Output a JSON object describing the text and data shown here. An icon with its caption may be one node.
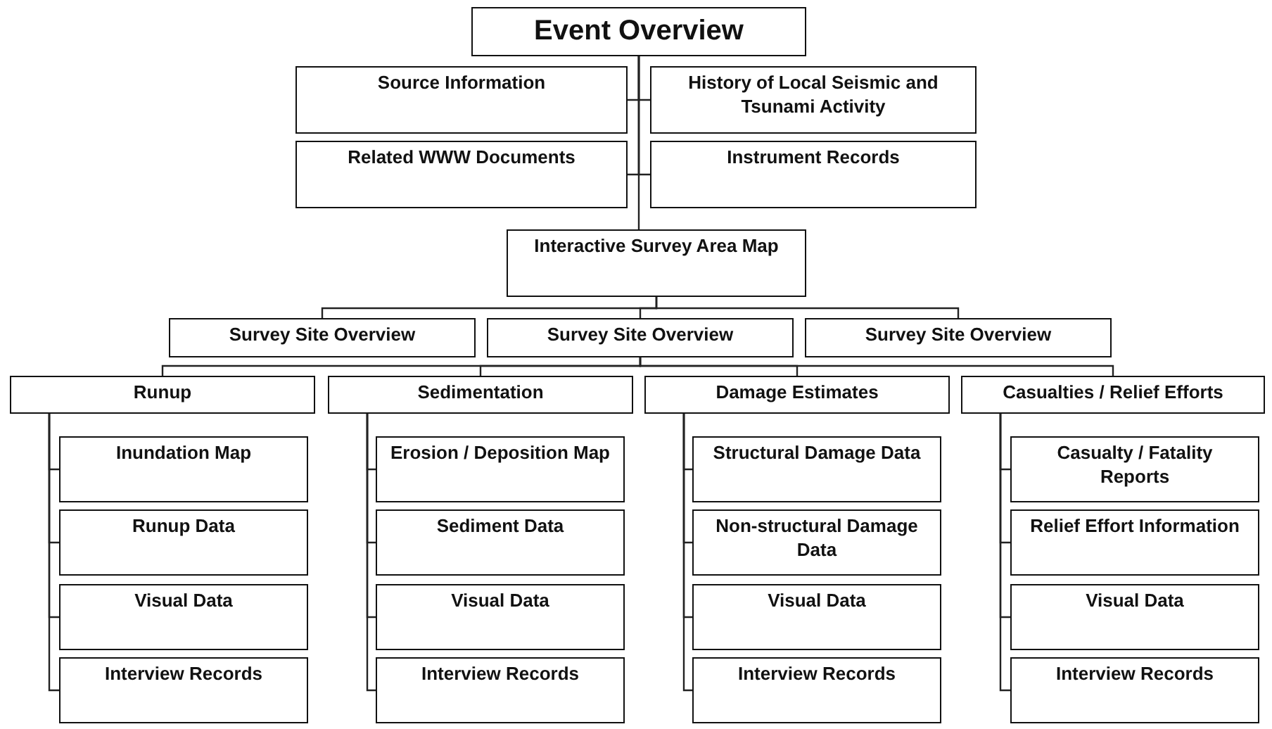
{
  "diagram": {
    "nodes": [
      {
        "text": [
          "Event Overview"
        ]
      },
      {
        "text": [
          "Source Information"
        ]
      },
      {
        "text": [
          "History of Local Seismic and Tsunami Activity"
        ]
      },
      {
        "text": [
          "Related WWW Documents"
        ]
      },
      {
        "text": [
          "Instrument Records"
        ]
      },
      {
        "text": [
          "Interactive Survey Area Map"
        ]
      },
      {
        "text": [
          "Survey Site Overview"
        ]
      },
      {
        "text": [
          "Survey Site Overview"
        ]
      },
      {
        "text": [
          "Survey Site Overview"
        ]
      },
      {
        "text": [
          "Runup"
        ]
      },
      {
        "text": [
          "Sedimentation"
        ]
      },
      {
        "text": [
          "Damage Estimates"
        ]
      },
      {
        "text": [
          "Casualties / Relief Efforts"
        ]
      },
      {
        "text": [
          "Inundation Map"
        ]
      },
      {
        "text": [
          "Runup Data"
        ]
      },
      {
        "text": [
          "Visual Data"
        ]
      },
      {
        "text": [
          "Interview Records"
        ]
      },
      {
        "text": [
          "Erosion / Deposition Map"
        ]
      },
      {
        "text": [
          "Sediment Data"
        ]
      },
      {
        "text": [
          "Visual Data"
        ]
      },
      {
        "text": [
          "Interview Records"
        ]
      },
      {
        "text": [
          "Structural Damage Data"
        ]
      },
      {
        "text": [
          "Non-structural Damage Data"
        ]
      },
      {
        "text": [
          "Visual Data"
        ]
      },
      {
        "text": [
          "Interview Records"
        ]
      },
      {
        "text": [
          "Casualty / Fatality Reports"
        ]
      },
      {
        "text": [
          "Relief Effort Information"
        ]
      },
      {
        "text": [
          "Visual Data"
        ]
      },
      {
        "text": [
          "Interview Records"
        ]
      }
    ],
    "edges": [
      {
        "from": 0,
        "to": 1,
        "arrow": "none"
      },
      {
        "from": 0,
        "to": 2,
        "arrow": "none"
      },
      {
        "from": 0,
        "to": 3,
        "arrow": "none"
      },
      {
        "from": 0,
        "to": 4,
        "arrow": "none"
      },
      {
        "from": 0,
        "to": 5,
        "arrow": "none"
      },
      {
        "from": 5,
        "to": 6,
        "arrow": "none"
      },
      {
        "from": 5,
        "to": 7,
        "arrow": "none"
      },
      {
        "from": 5,
        "to": 8,
        "arrow": "none"
      },
      {
        "from": 7,
        "to": 9,
        "arrow": "none"
      },
      {
        "from": 7,
        "to": 10,
        "arrow": "none"
      },
      {
        "from": 7,
        "to": 11,
        "arrow": "none"
      },
      {
        "from": 7,
        "to": 12,
        "arrow": "none"
      },
      {
        "from": 9,
        "to": 13,
        "arrow": "none"
      },
      {
        "from": 9,
        "to": 14,
        "arrow": "none"
      },
      {
        "from": 9,
        "to": 15,
        "arrow": "none"
      },
      {
        "from": 9,
        "to": 16,
        "arrow": "none"
      },
      {
        "from": 10,
        "to": 17,
        "arrow": "none"
      },
      {
        "from": 10,
        "to": 18,
        "arrow": "none"
      },
      {
        "from": 10,
        "to": 19,
        "arrow": "none"
      },
      {
        "from": 10,
        "to": 20,
        "arrow": "none"
      },
      {
        "from": 11,
        "to": 21,
        "arrow": "none"
      },
      {
        "from": 11,
        "to": 22,
        "arrow": "none"
      },
      {
        "from": 11,
        "to": 23,
        "arrow": "none"
      },
      {
        "from": 11,
        "to": 24,
        "arrow": "none"
      },
      {
        "from": 12,
        "to": 25,
        "arrow": "none"
      },
      {
        "from": 12,
        "to": 26,
        "arrow": "none"
      },
      {
        "from": 12,
        "to": 27,
        "arrow": "none"
      },
      {
        "from": 12,
        "to": 28,
        "arrow": "none"
      }
    ]
  }
}
